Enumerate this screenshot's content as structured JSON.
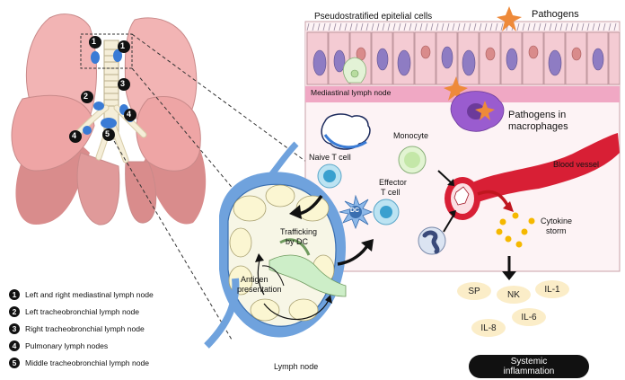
{
  "labels": {
    "epithelial": "Pseudostratified epitelial cells",
    "pathogens": "Pathogens",
    "mediastinal": "Mediastinal lymph node",
    "pathogens_macrophages_1": "Pathogens in",
    "pathogens_macrophages_2": "macrophages",
    "monocyte": "Monocyte",
    "naive_t_cell": "Naive T cell",
    "blood_vessel": "Blood vessel",
    "dc": "DC",
    "effector_1": "Effector",
    "effector_2": "T cell",
    "trafficking_1": "Trafficking",
    "trafficking_2": "by DC",
    "antigen_1": "Antigen",
    "antigen_2": "presentation",
    "cytokine_1": "Cytokine",
    "cytokine_2": "storm",
    "lymph_node": "Lymph node",
    "systemic_1": "Systemic",
    "systemic_2": "inflammation"
  },
  "cytokines": [
    "SP",
    "NK",
    "IL-1",
    "IL-8",
    "IL-6"
  ],
  "legend": [
    {
      "num": "1",
      "text": "Left and right mediastinal lymph node"
    },
    {
      "num": "2",
      "text": "Left tracheobronchial lymph node"
    },
    {
      "num": "3",
      "text": "Right tracheobronchial lymph node"
    },
    {
      "num": "4",
      "text": "Pulmonary lymph nodes"
    },
    {
      "num": "5",
      "text": "Middle tracheobronchial lymph node"
    }
  ],
  "node_markers": [
    "1",
    "1",
    "2",
    "3",
    "4",
    "4",
    "5"
  ],
  "colors": {
    "lung": "#f2b4b4",
    "lung_dark": "#d98c8c",
    "node_blue": "#3a7bd5",
    "vessel_red": "#d81f35",
    "epithelium_pink": "#f7c4cf",
    "nucleus_purple": "#8e7cc3",
    "cytokine_dot": "#f5b800",
    "lymph_node_blue": "#9cc3ea",
    "panel_border": "#c9a0a8",
    "pathogen_orange": "#ee8a3a"
  }
}
